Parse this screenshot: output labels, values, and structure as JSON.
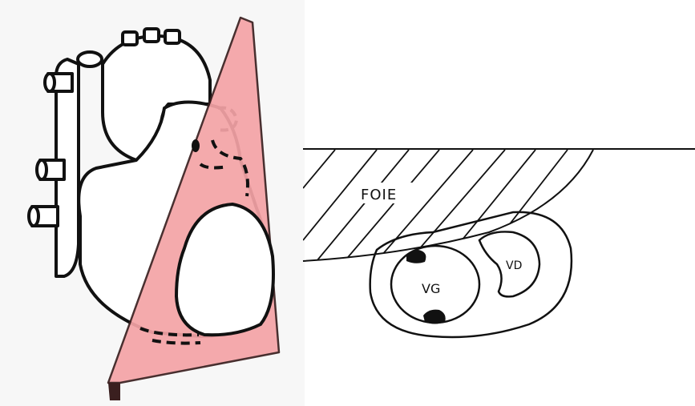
{
  "labels": {
    "liver": "FOIE",
    "left_ventricle": "VG",
    "right_ventricle": "VD"
  },
  "colors": {
    "plane_fill": "#f4a3a6",
    "plane_edge": "#3a1f1f",
    "line": "#111111",
    "panel_bg": "#f7f7f7"
  }
}
